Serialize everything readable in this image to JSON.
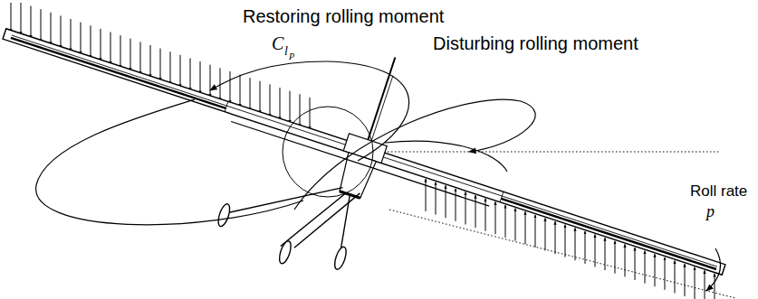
{
  "diagram": {
    "labels": [
      "Restoring rolling moment",
      "C",
      "l",
      "P",
      "Disturbing rolling moment",
      "Roll rate",
      "p"
    ]
  }
}
